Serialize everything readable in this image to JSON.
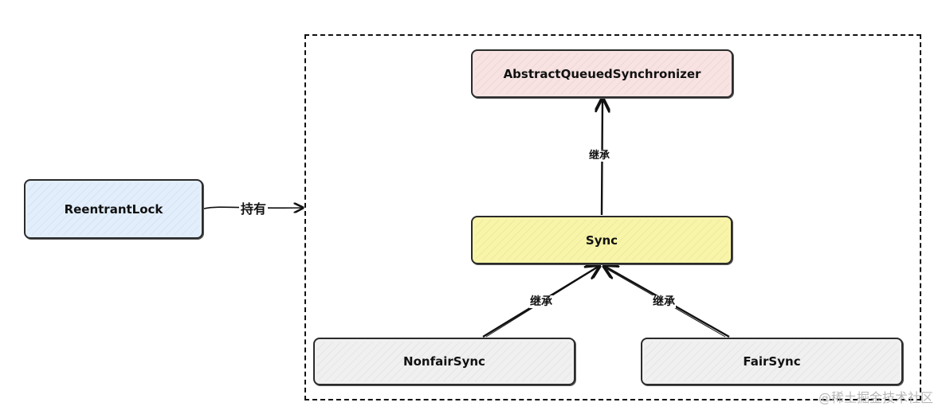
{
  "nodes": {
    "reentrant_lock": "ReentrantLock",
    "aqs": "AbstractQueuedSynchronizer",
    "sync": "Sync",
    "nonfair_sync": "NonfairSync",
    "fair_sync": "FairSync"
  },
  "edges": {
    "holds": "持有",
    "inherits_sync_aqs": "继承",
    "inherits_nonfair_sync": "继承",
    "inherits_fair_sync": "继承"
  },
  "watermark": "@稀土掘金技术社区",
  "colors": {
    "reentrant_fill": "#e2eefb",
    "aqs_fill": "#f8e2e2",
    "sync_fill": "#f8f5a8",
    "subclass_fill": "#f0f0f0",
    "stroke": "#111111"
  }
}
